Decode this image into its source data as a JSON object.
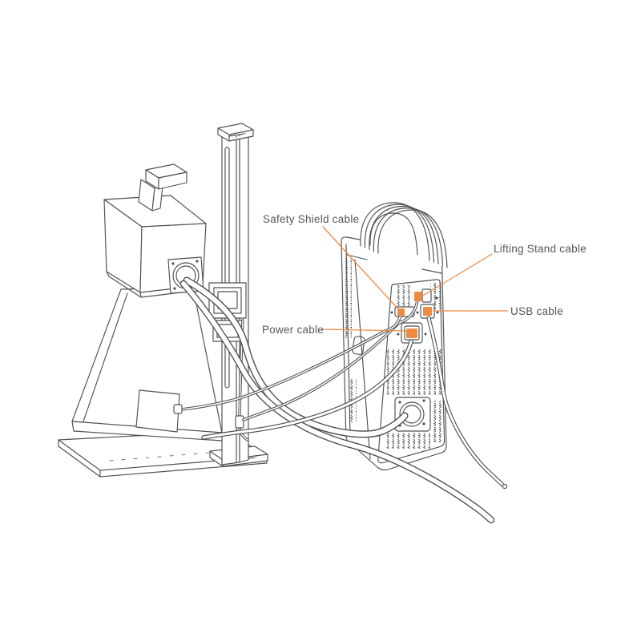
{
  "diagram": {
    "labels": {
      "safety_shield": "Safety Shield cable",
      "power": "Power cable",
      "lifting_stand": "Lifting Stand cable",
      "usb": "USB cable"
    },
    "colors": {
      "accent": "#EE8A41",
      "line": "#4E5054",
      "text": "#54565A",
      "background": "#FFFFFF"
    }
  }
}
